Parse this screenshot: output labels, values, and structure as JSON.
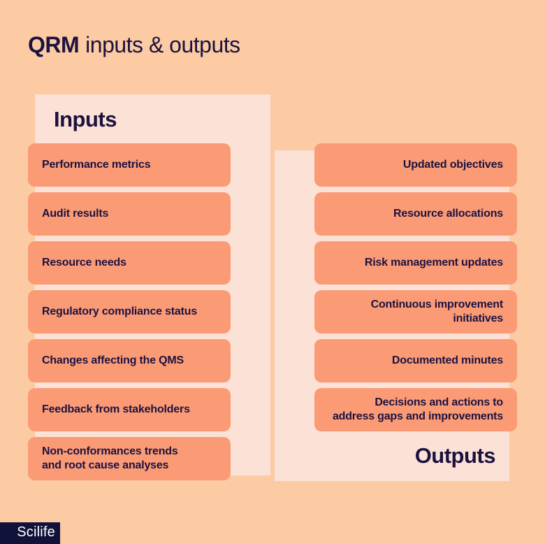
{
  "title": {
    "brand": "QRM",
    "rest": "inputs & outputs"
  },
  "colors": {
    "background": "#FCCBA4",
    "panel": "#FCE1D6",
    "card": "#FA9B76",
    "text_navy": "#1C123F",
    "badge_background": "#11123A",
    "badge_text": "#FFFFFF"
  },
  "inputs": {
    "heading": "Inputs",
    "items": [
      "Performance metrics",
      "Audit results",
      "Resource needs",
      "Regulatory compliance status",
      "Changes affecting the QMS",
      "Feedback from stakeholders",
      "Non-conformances trends\nand root cause analyses"
    ]
  },
  "outputs": {
    "heading": "Outputs",
    "items": [
      "Updated objectives",
      "Resource allocations",
      "Risk management updates",
      "Continuous improvement\ninitiatives",
      "Documented minutes",
      "Decisions and actions to\naddress gaps and improvements"
    ]
  },
  "footer": {
    "logo": "Scilife"
  }
}
